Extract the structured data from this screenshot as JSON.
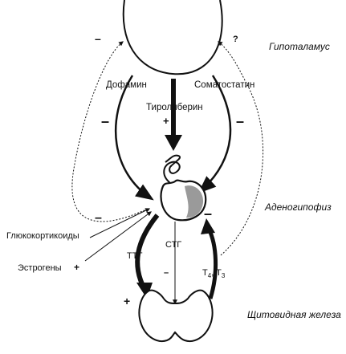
{
  "regions": {
    "hypothalamus": "Гипоталамус",
    "adenohypophysis": "Аденогипофиз",
    "thyroid": "Щитовидная железа"
  },
  "hormones": {
    "dopamine": "Дофамин",
    "somatostatin": "Соматостатин",
    "thyroliberin": "Тиролиберин",
    "stg": "СТГ",
    "ttg": "ТТГ",
    "t4_t3_main": "T",
    "t4_sub": "4",
    "t3_sep": ", T",
    "t3_sub": "3",
    "glucocorticoids": "Глюкокортикоиды",
    "estrogens": "Эстрогены"
  },
  "signs": {
    "minus": "–",
    "plus": "+",
    "question": "?"
  },
  "colors": {
    "ink": "#111111",
    "pituitary_shade": "#9a9a9a"
  }
}
